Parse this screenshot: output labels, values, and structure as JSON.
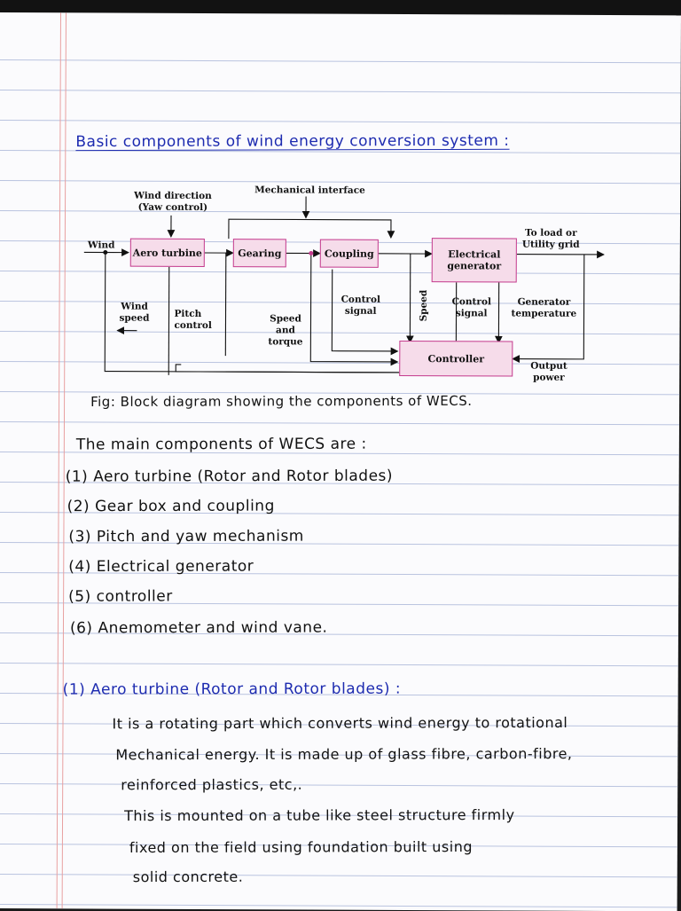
{
  "heading": "Basic components of wind energy conversion system :",
  "diagram": {
    "boxes": {
      "aero_turbine": "Aero turbine",
      "gearing": "Gearing",
      "coupling": "Coupling",
      "electrical_generator_l1": "Electrical",
      "electrical_generator_l2": "generator",
      "controller": "Controller"
    },
    "labels": {
      "wind": "Wind",
      "wind_direction_l1": "Wind direction",
      "wind_direction_l2": "(Yaw control)",
      "mechanical_interface": "Mechanical interface",
      "to_load_l1": "To load or",
      "to_load_l2": "Utility grid",
      "wind_speed_l1": "Wind",
      "wind_speed_l2": "speed",
      "pitch_control_l1": "Pitch",
      "pitch_control_l2": "control",
      "speed_torque_l1": "Speed",
      "speed_torque_l2": "and",
      "speed_torque_l3": "torque",
      "control_signal_1_l1": "Control",
      "control_signal_1_l2": "signal",
      "speed_vertical": "Speed",
      "control_signal_2_l1": "Control",
      "control_signal_2_l2": "signal",
      "gen_temp_l1": "Generator",
      "gen_temp_l2": "temperature",
      "output_power_l1": "Output",
      "output_power_l2": "power"
    }
  },
  "caption": "Fig: Block diagram showing the components of WECS.",
  "intro": "The main components of WECS are :",
  "components": [
    "(1) Aero turbine (Rotor and Rotor blades)",
    "(2) Gear box and coupling",
    "(3) Pitch and yaw mechanism",
    "(4) Electrical generator",
    "(5) controller",
    "(6) Anemometer and wind vane."
  ],
  "section_heading": "(1) Aero turbine (Rotor and Rotor blades) :",
  "body_lines": [
    "It is a rotating part which converts wind energy to rotational",
    "Mechanical energy. It is made up of glass fibre, carbon-fibre,",
    "reinforced plastics, etc,.",
    "This is mounted on a tube like steel structure firmly",
    "fixed on the field using foundation built using",
    "solid concrete."
  ],
  "colors": {
    "ink": "#111111",
    "blue_ink": "#1d2bb0",
    "box_border": "#c43c8e",
    "box_fill": "#f6dcea",
    "rule_line": "#b9c3df",
    "margin_line": "#e8a0a0"
  }
}
